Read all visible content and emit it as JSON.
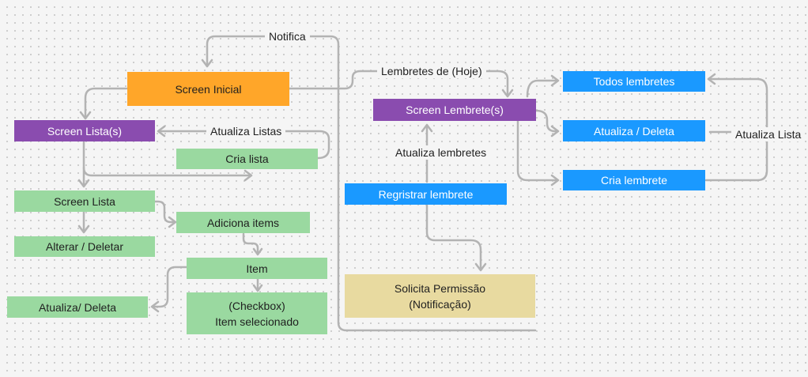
{
  "diagram": {
    "nodes": {
      "screen_inicial": "Screen Inicial",
      "screen_listas": "Screen Lista(s)",
      "cria_lista": "Cria lista",
      "screen_lista": "Screen Lista",
      "adiciona_items": "Adiciona items",
      "alterar_deletar": "Alterar / Deletar",
      "item": "Item",
      "atualiza_deleta_item": "Atualiza/ Deleta",
      "checkbox_line1": "(Checkbox)",
      "checkbox_line2": "Item selecionado",
      "screen_lembretes": "Screen Lembrete(s)",
      "registrar_lembrete": "Regristrar lembrete",
      "solicita_line1": "Solicita Permissão",
      "solicita_line2": "(Notificação)",
      "todos_lembretes": "Todos lembretes",
      "atualiza_deleta_lembrete": "Atualiza / Deleta",
      "cria_lembrete": "Cria lembrete"
    },
    "edge_labels": {
      "notifica": "Notifica",
      "lembretes_hoje": "Lembretes de (Hoje)",
      "atualiza_listas": "Atualiza Listas",
      "atualiza_lembretes": "Atualiza lembretes",
      "atualiza_lista": "Atualiza Lista"
    },
    "colors": {
      "orange": "#ffa629",
      "purple": "#8a4caf",
      "green": "#9ad9a0",
      "blue": "#1a99ff",
      "yellow": "#e8daa0",
      "connector": "#b3b3b3"
    }
  }
}
